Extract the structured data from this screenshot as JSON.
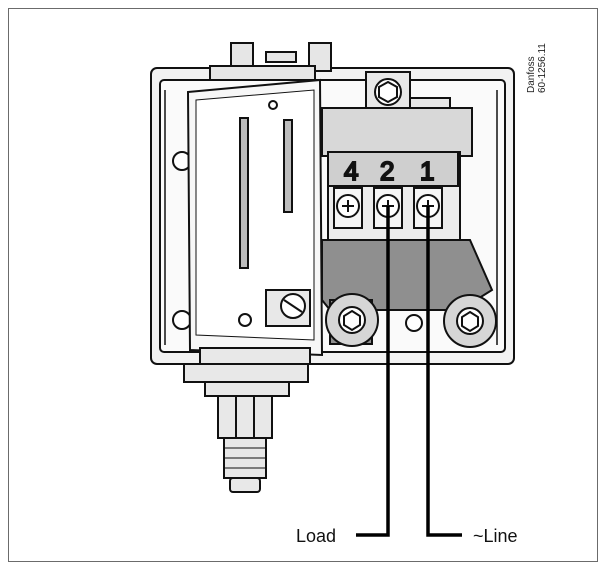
{
  "drawing": {
    "brand": "Danfoss",
    "code": "60-1256.11"
  },
  "terminals": {
    "t4": "4",
    "t2": "2",
    "t1": "1"
  },
  "wiring": {
    "load_label": "Load",
    "line_label": "~Line"
  }
}
